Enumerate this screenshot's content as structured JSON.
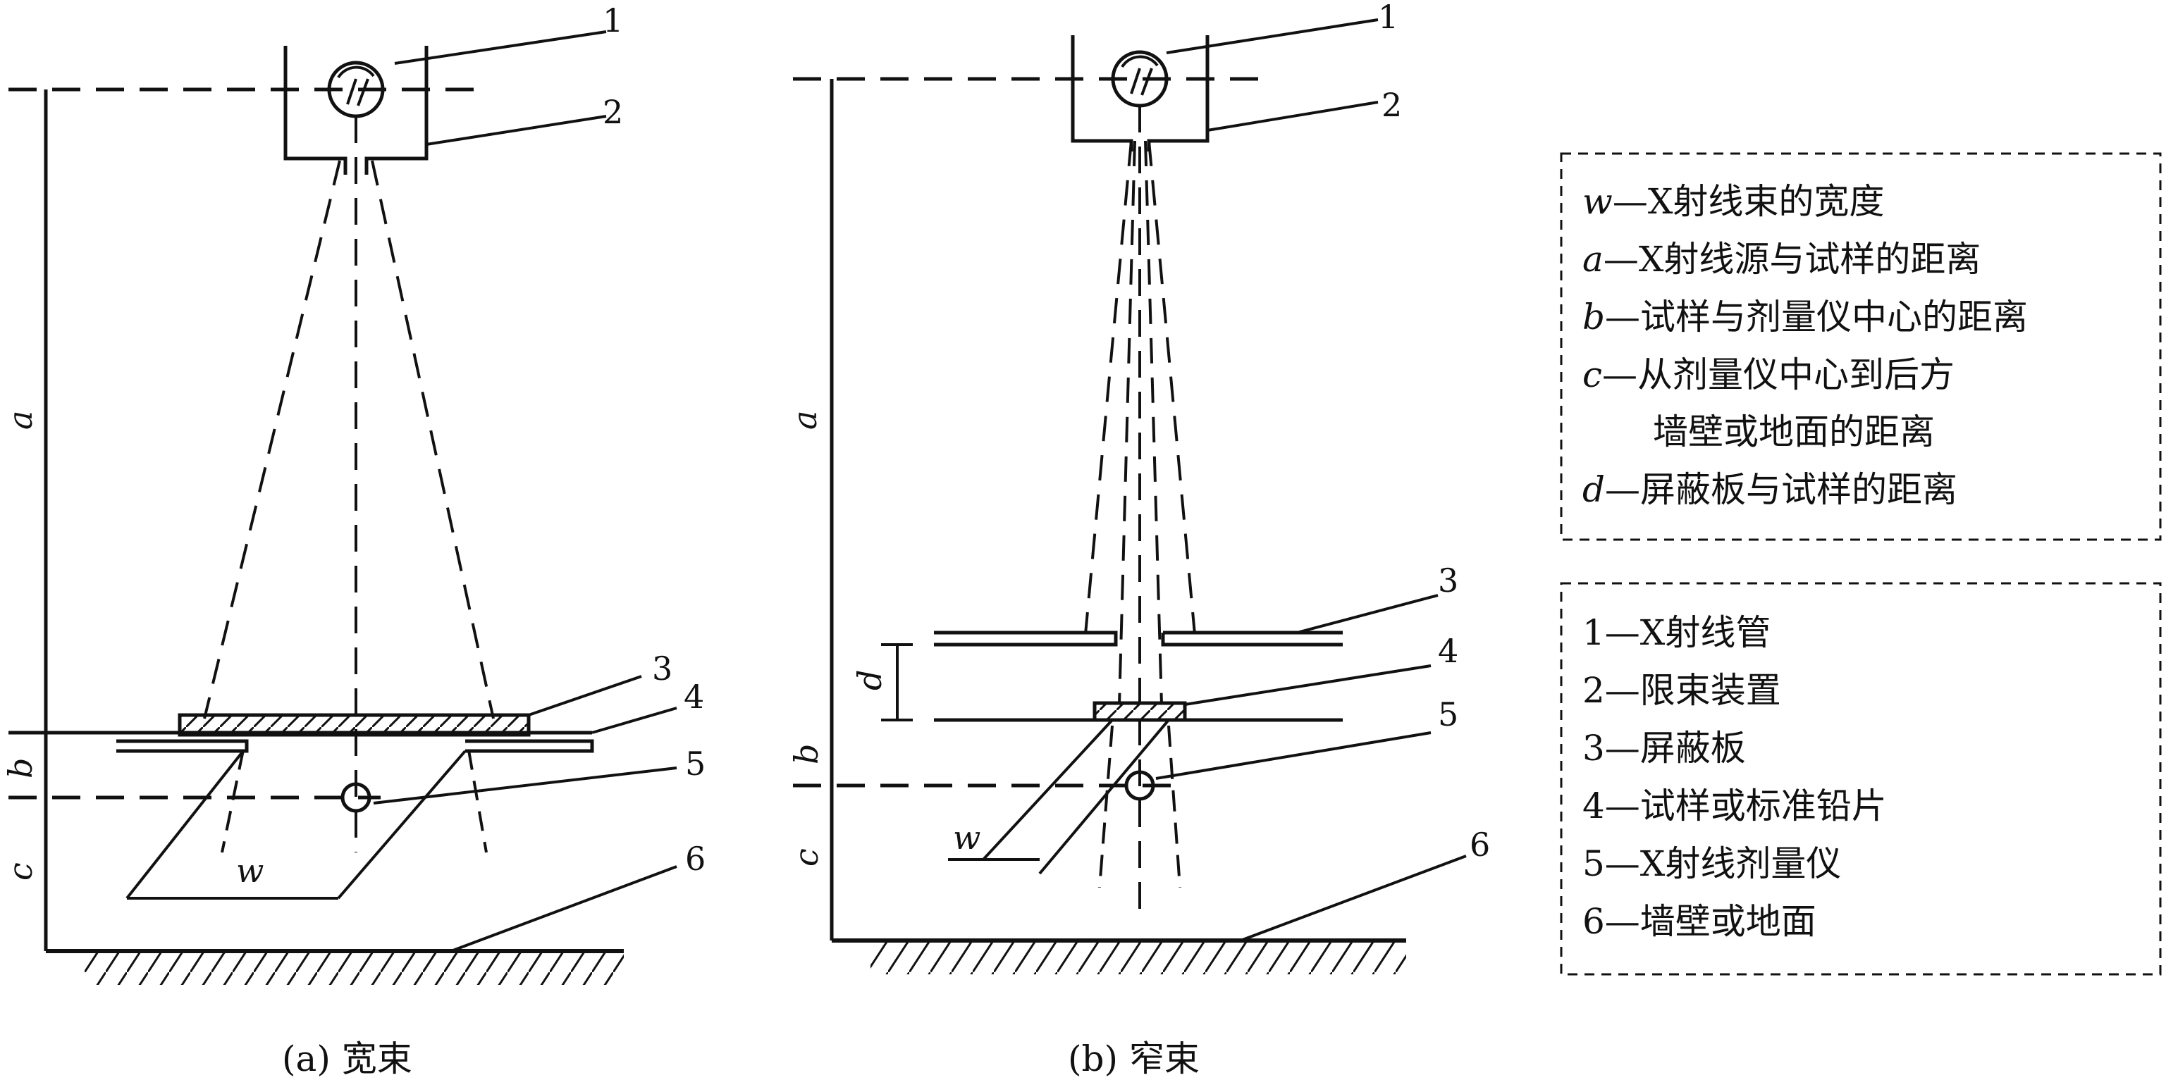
{
  "callouts": {
    "n1": "1",
    "n2": "2",
    "n3": "3",
    "n4": "4",
    "n5": "5",
    "n6": "6"
  },
  "dimensions": {
    "a": "a",
    "b": "b",
    "c": "c",
    "d": "d",
    "w": "w"
  },
  "captions": {
    "wide": "(a) 宽束",
    "narrow": "(b) 窄束"
  },
  "legend_symbols": [
    {
      "sym": "w",
      "text": "—X射线束的宽度"
    },
    {
      "sym": "a",
      "text": "—X射线源与试样的距离"
    },
    {
      "sym": "b",
      "text": "—试样与剂量仪中心的距离"
    },
    {
      "sym": "c",
      "text": "—从剂量仪中心到后方"
    },
    {
      "sym": "",
      "text": "墙壁或地面的距离"
    },
    {
      "sym": "d",
      "text": "—屏蔽板与试样的距离"
    }
  ],
  "legend_parts": [
    "1—X射线管",
    "2—限束装置",
    "3—屏蔽板",
    "4—试样或标准铅片",
    "5—X射线剂量仪",
    "6—墙壁或地面"
  ]
}
